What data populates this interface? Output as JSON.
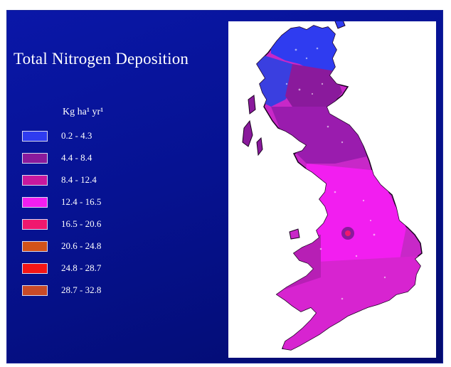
{
  "map": {
    "title": "Total Nitrogen Deposition",
    "units": "Kg ha¹ yr¹",
    "legend": [
      {
        "label": "0.2 - 4.3",
        "color": "#2f3cf0"
      },
      {
        "label": "4.4 - 8.4",
        "color": "#8a1a9c"
      },
      {
        "label": "8.4 - 12.4",
        "color": "#c8189e"
      },
      {
        "label": "12.4 - 16.5",
        "color": "#f21ef0"
      },
      {
        "label": "16.5 - 20.6",
        "color": "#f0186e"
      },
      {
        "label": "20.6 - 24.8",
        "color": "#d2521a"
      },
      {
        "label": "24.8 - 28.7",
        "color": "#f41616"
      },
      {
        "label": "28.7 - 32.8",
        "color": "#c84a28"
      }
    ],
    "colors": {
      "background": "#061291",
      "map_panel": "#ffffff",
      "land_base": "#c828c8",
      "outline": "#000000"
    }
  }
}
